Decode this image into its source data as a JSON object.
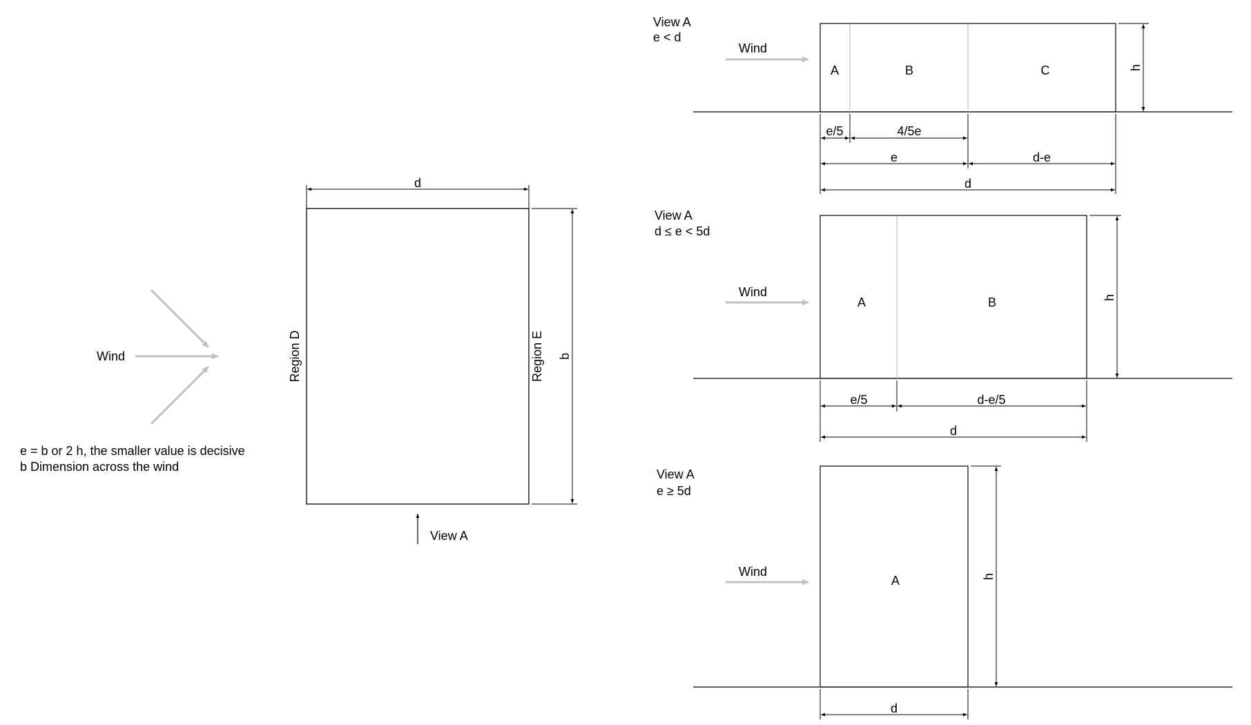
{
  "plan": {
    "wind_label": "Wind",
    "dim_d": "d",
    "dim_b": "b",
    "region_d": "Region D",
    "region_e": "Region E",
    "view_label": "View A",
    "notes": [
      "e = b or 2 h, the smaller value is decisive",
      "b Dimension across the wind"
    ]
  },
  "views": [
    {
      "title": "View A",
      "condition": "e < d",
      "wind_label": "Wind",
      "zones": [
        "A",
        "B",
        "C"
      ],
      "height_label": "h",
      "dims_row1": [
        "e/5",
        "4/5e"
      ],
      "dims_row2": [
        "e",
        "d-e"
      ],
      "dims_row3": [
        "d"
      ]
    },
    {
      "title": "View A",
      "condition": "d ≤ e < 5d",
      "wind_label": "Wind",
      "zones": [
        "A",
        "B"
      ],
      "height_label": "h",
      "dims_row1": [
        "e/5",
        "d-e/5"
      ],
      "dims_row2": [
        "d"
      ]
    },
    {
      "title": "View A",
      "condition": "e ≥ 5d",
      "wind_label": "Wind",
      "zones": [
        "A"
      ],
      "height_label": "h",
      "dims_row1": [
        "d"
      ]
    }
  ],
  "colors": {
    "line": "#000000",
    "wind_arrow": "#c0c0c0",
    "zone_divider": "#b4b4b4"
  }
}
